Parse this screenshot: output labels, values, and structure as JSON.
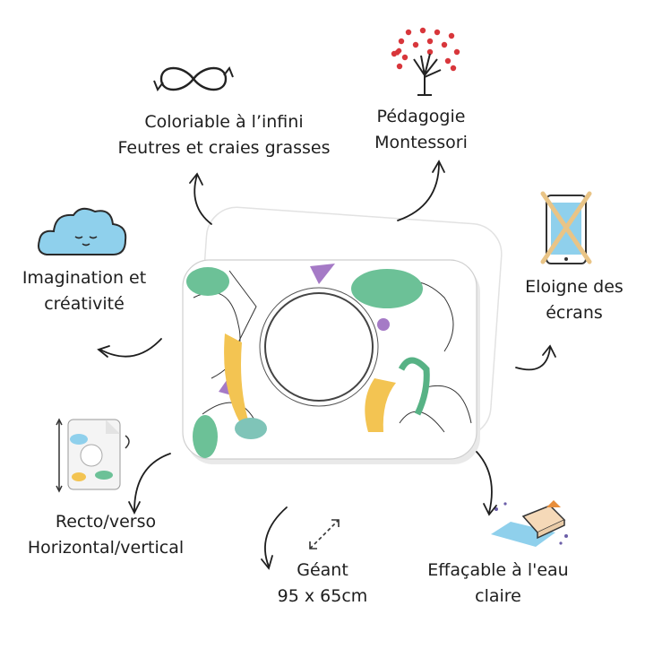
{
  "features": {
    "infinite": {
      "line1": "Coloriable à l’infini",
      "line2": "Feutres et craies grasses",
      "icon": "infinity-icon"
    },
    "montessori": {
      "line1": "Pédagogie",
      "line2": "Montessori",
      "icon": "hand-tree-hearts-icon"
    },
    "screens": {
      "line1": "Eloigne des",
      "line2": "écrans",
      "icon": "crossed-tablet-icon"
    },
    "imagination": {
      "line1": "Imagination et",
      "line2": "créativité",
      "icon": "cloud-icon"
    },
    "recto": {
      "line1": "Recto/verso",
      "line2": "Horizontal/vertical",
      "icon": "double-sided-sheet-icon"
    },
    "giant": {
      "line1": "Géant",
      "line2": "95 x 65cm",
      "icon": "diagonal-resize-arrow-icon"
    },
    "erasable": {
      "line1": "Effaçable à l'eau",
      "line2": "claire",
      "icon": "sponge-water-icon"
    }
  },
  "colors": {
    "green": "#5fb98a",
    "purple": "#a176c4",
    "yellow": "#f3c452",
    "heart_red": "#d8363b",
    "cloud_blue": "#8fd0ec"
  }
}
